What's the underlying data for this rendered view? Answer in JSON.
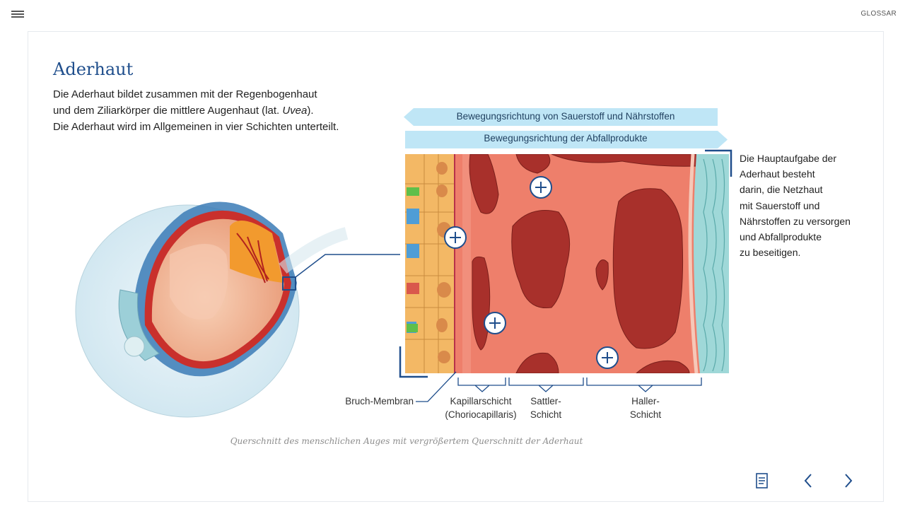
{
  "header": {
    "glossar": "GLOSSAR"
  },
  "page": {
    "title": "Aderhaut",
    "intro_line1": "Die Aderhaut bildet zusammen mit der Regenbogenhaut",
    "intro_line2_a": "und dem Ziliarkörper die mittlere Augenhaut (lat. ",
    "intro_line2_em": "Uvea",
    "intro_line2_b": ").",
    "intro_line3": "Die Aderhaut wird im Allgemeinen in vier Schichten unterteilt."
  },
  "diagram": {
    "arrow_top": "Bewegungsrichtung von Sauerstoff und Nährstoffen",
    "arrow_bottom": "Bewegungsrichtung der Abfallprodukte",
    "side_text": [
      "Die Hauptaufgabe der",
      "Aderhaut besteht",
      "darin, die Netzhaut",
      "mit Sauerstoff und",
      "Nährstoffen zu versorgen",
      "und Abfallprodukte",
      "zu beseitigen."
    ],
    "labels": {
      "bruch": "Bruch-Membran",
      "kapillar_1": "Kapillarschicht",
      "kapillar_2": "(Choriocapillaris)",
      "sattler_1": "Sattler-",
      "sattler_2": "Schicht",
      "haller_1": "Haller-",
      "haller_2": "Schicht"
    },
    "caption": "Querschnitt des menschlichen Auges mit vergrößertem Querschnitt der Aderhaut"
  },
  "colors": {
    "title": "#1f4e8c",
    "accent_line": "#1f4e8c",
    "tissue": "#ee7f6b",
    "vessel": "#a8302b",
    "sclera": "#9fd8d8",
    "arrow": "#bfe6f6"
  },
  "icons": [
    "menu-icon",
    "plus-icon",
    "notes-icon",
    "chevron-left-icon",
    "chevron-right-icon"
  ]
}
